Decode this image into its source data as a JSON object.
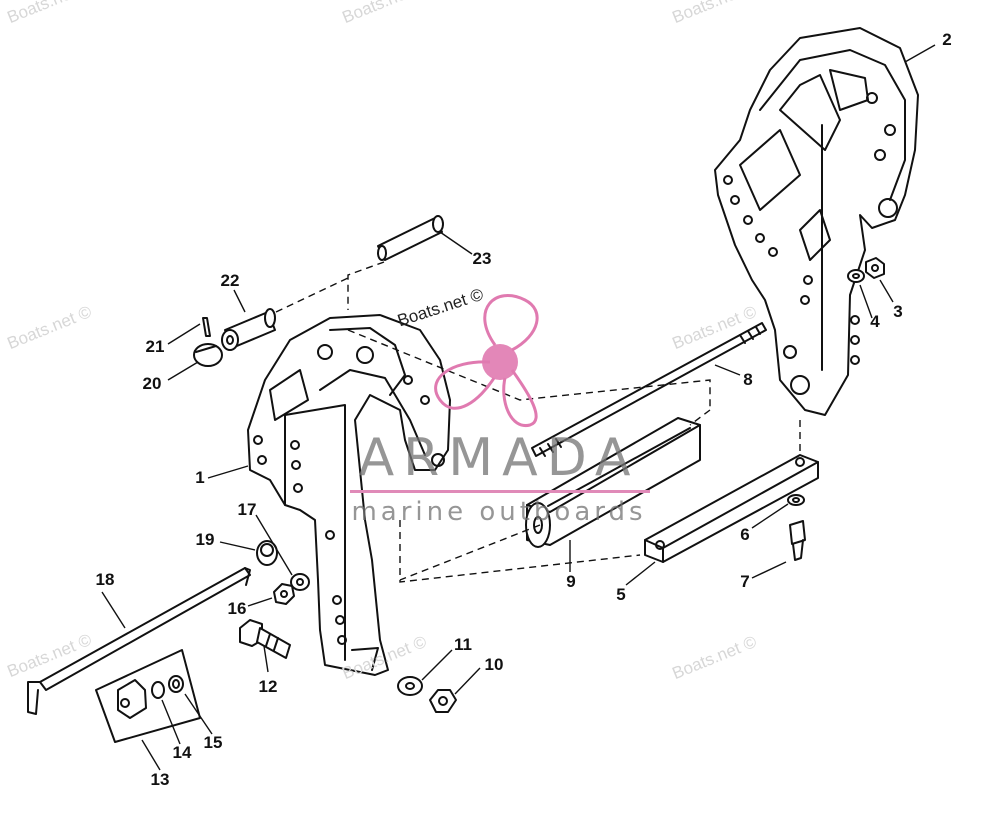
{
  "watermarks": [
    "Boats.net ©",
    "Boats.net ©",
    "Boats.net ©",
    "Boats.net ©",
    "Boats.net ©",
    "Boats.net ©",
    "Boats.net ©",
    "Boats.net ©"
  ],
  "logo": {
    "name": "ARMADA",
    "tagline": "marine outboards",
    "accent_color": "#e07ab0"
  },
  "overlay_text": "Boats.net ©",
  "callouts": [
    "1",
    "2",
    "3",
    "4",
    "5",
    "6",
    "7",
    "8",
    "9",
    "10",
    "11",
    "12",
    "13",
    "14",
    "15",
    "16",
    "17",
    "18",
    "19",
    "20",
    "21",
    "22",
    "23"
  ],
  "colors": {
    "line": "#111111",
    "watermark": "#d0d0d0",
    "accent": "#e07ab0"
  }
}
